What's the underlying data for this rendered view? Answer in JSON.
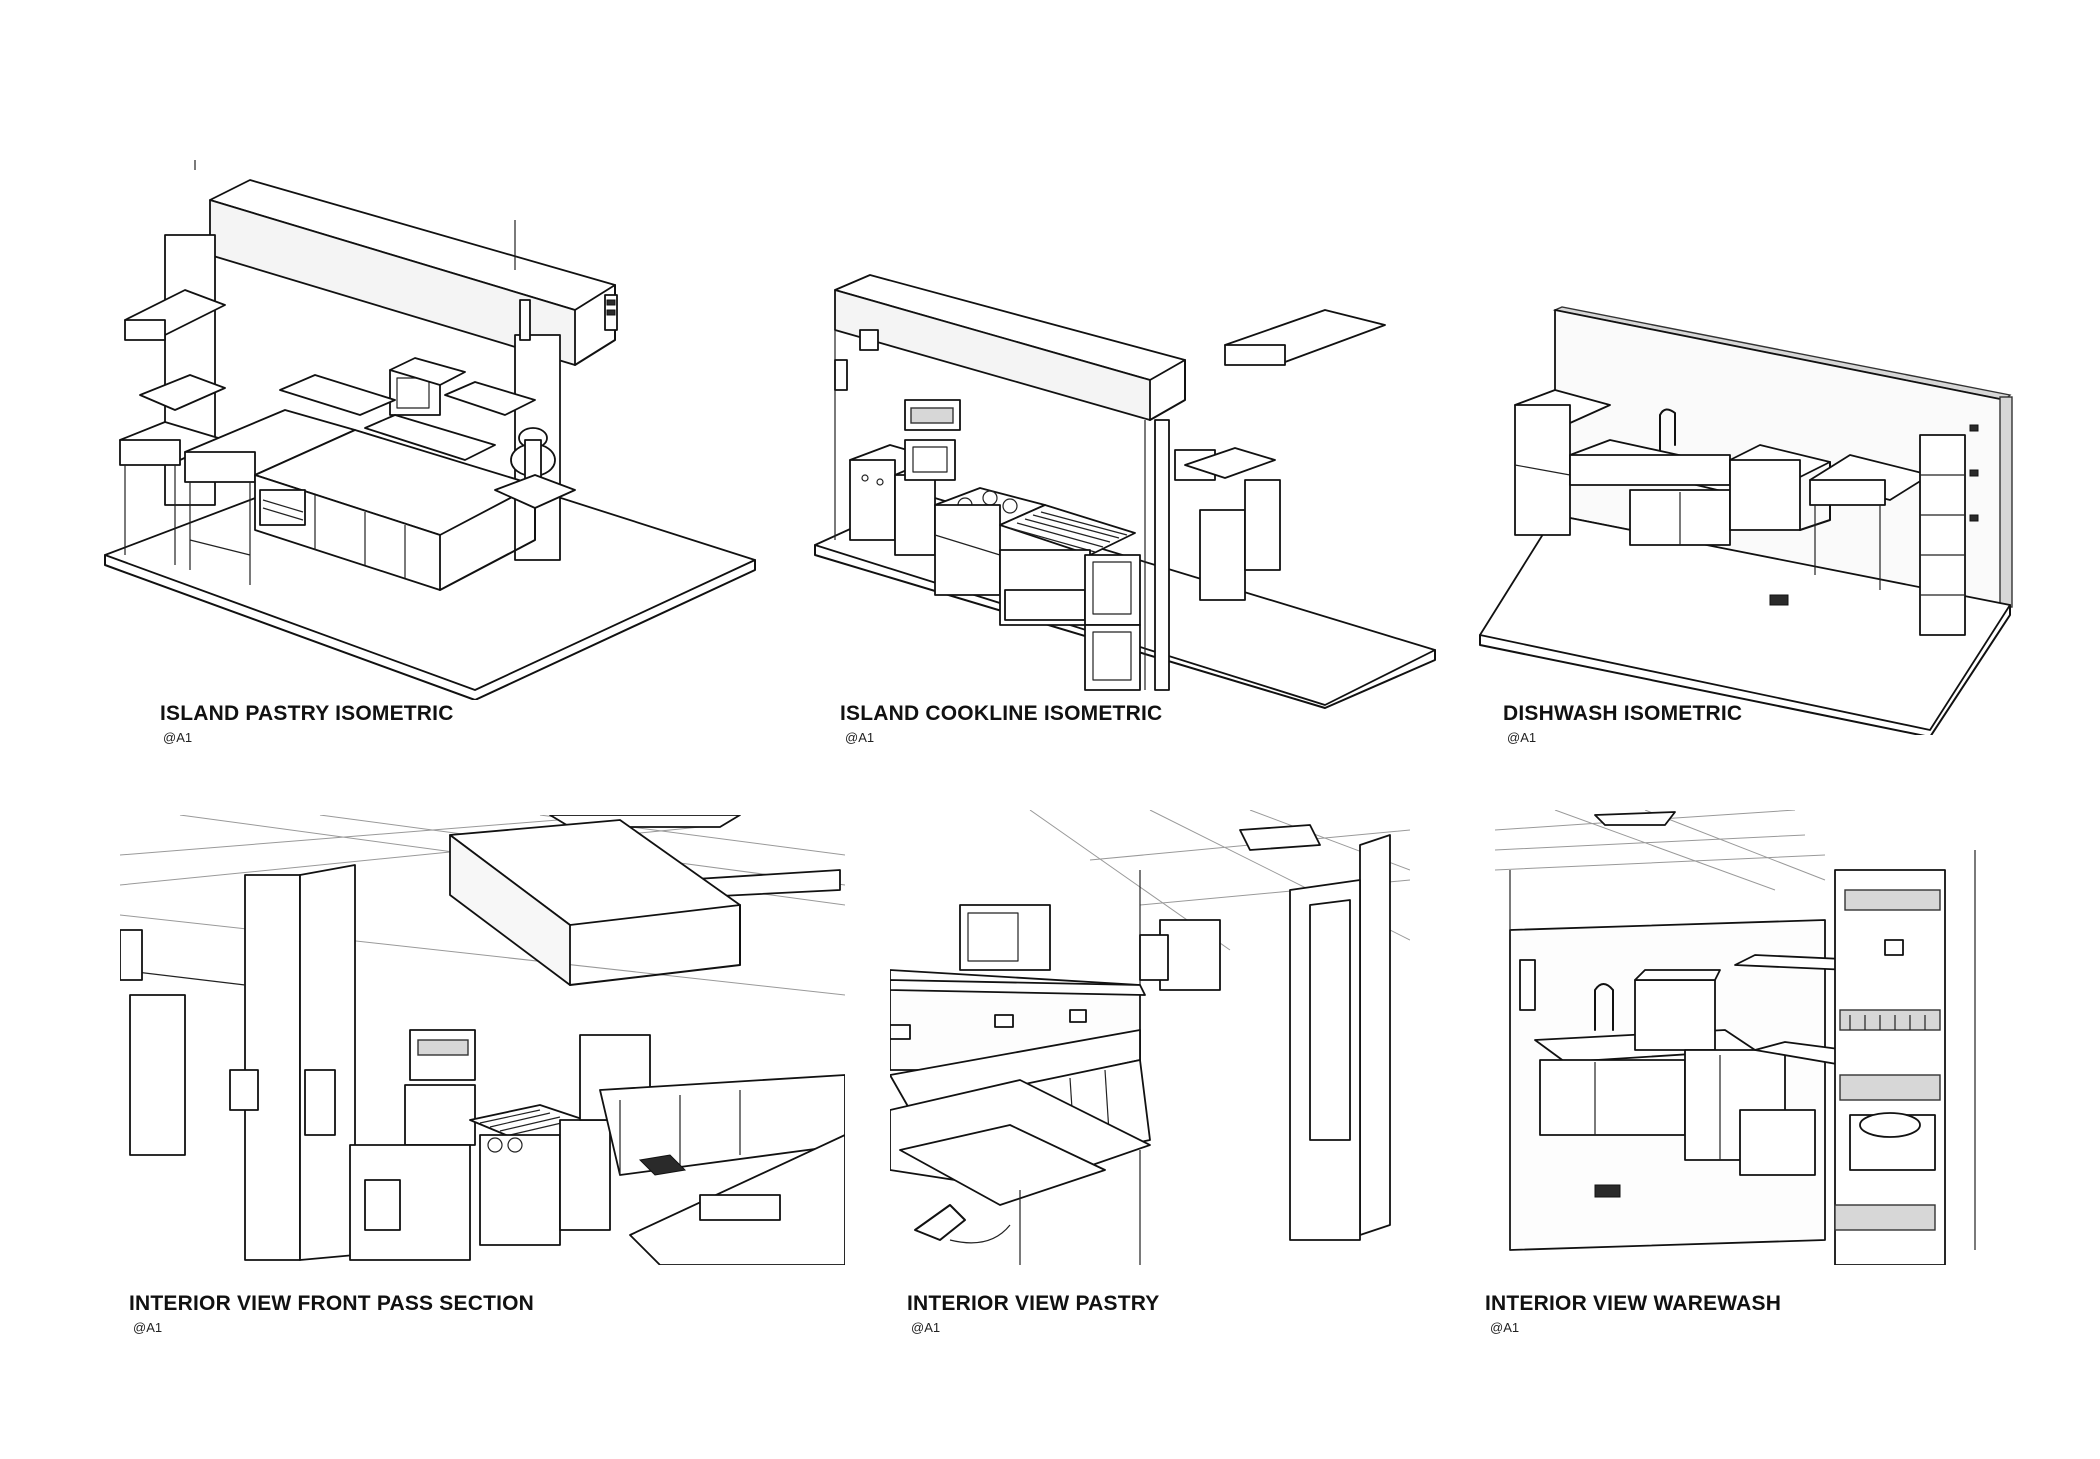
{
  "views": [
    {
      "title": "ISLAND PASTRY ISOMETRIC",
      "ref": "@A1"
    },
    {
      "title": "ISLAND COOKLINE ISOMETRIC",
      "ref": "@A1"
    },
    {
      "title": "DISHWASH ISOMETRIC",
      "ref": "@A1"
    },
    {
      "title": "INTERIOR VIEW FRONT PASS SECTION",
      "ref": "@A1"
    },
    {
      "title": "INTERIOR VIEW PASTRY",
      "ref": "@A1"
    },
    {
      "title": "INTERIOR VIEW WAREWASH",
      "ref": "@A1"
    }
  ]
}
